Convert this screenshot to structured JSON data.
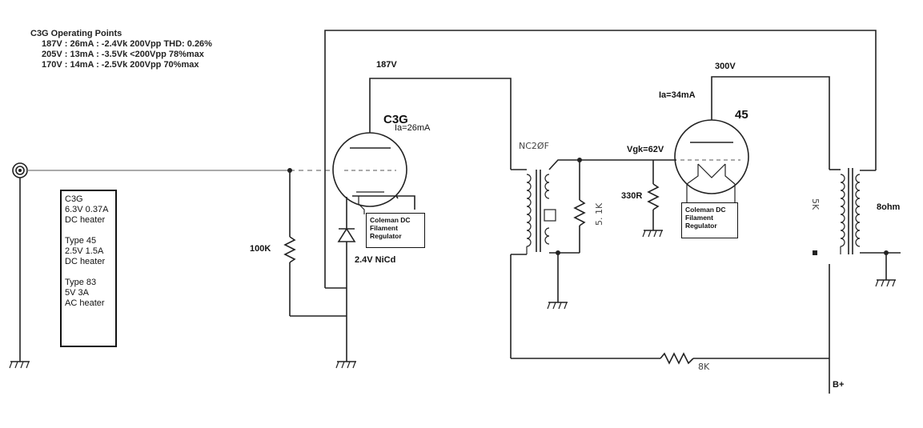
{
  "operating_points": {
    "title": "C3G Operating Points",
    "lines": [
      "187V : 26mA : -2.4Vk 200Vpp THD: 0.26%",
      "205V : 13mA : -3.5Vk <200Vpp 78%max",
      "170V : 14mA : -2.5Vk 200Vpp 70%max"
    ]
  },
  "heater_box": {
    "blocks": [
      [
        "C3G",
        "6.3V 0.37A",
        "DC heater"
      ],
      [
        "Type 45",
        "2.5V 1.5A",
        "DC heater"
      ],
      [
        "Type 83",
        "5V 3A",
        "AC heater"
      ]
    ]
  },
  "labels": {
    "v187": "187V",
    "v300": "300V",
    "c3g": "C3G",
    "c3g_ia": "Ia=26mA",
    "t45": "45",
    "t45_ia": "Ia=34mA",
    "nc20f": "NC2ØF",
    "vgk": "Vgk=62V",
    "r51k": "5. 1K",
    "r330": "330R",
    "r100k": "100K",
    "nicd": "2.4V NiCd",
    "out5k": "5K",
    "ohm8": "8ohm",
    "r8k": "8K",
    "bplus": "B+"
  },
  "regulators": {
    "c3g": [
      "Coleman DC",
      "Filament",
      "Regulator"
    ],
    "t45": [
      "Coleman DC",
      "Filament",
      "Regulator"
    ]
  }
}
